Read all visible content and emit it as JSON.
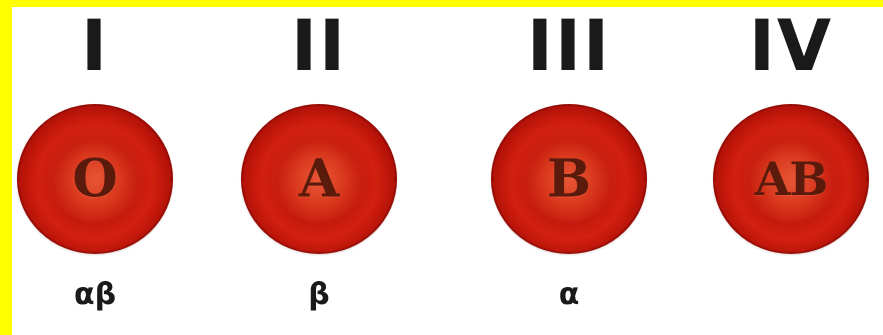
{
  "groups": [
    {
      "roman": "I",
      "antigen": "O",
      "antibodies": "αβ"
    },
    {
      "roman": "II",
      "antigen": "A",
      "antibodies": "β"
    },
    {
      "roman": "III",
      "antigen": "B",
      "antibodies": "α"
    },
    {
      "roman": "IV",
      "antigen": "AB",
      "antibodies": ""
    }
  ],
  "colors": {
    "border": "#ffff00",
    "background": "#ffffff",
    "cell_red": "#c51a0e",
    "cell_text": "#5a1a0c",
    "text": "#1a1a1a"
  }
}
